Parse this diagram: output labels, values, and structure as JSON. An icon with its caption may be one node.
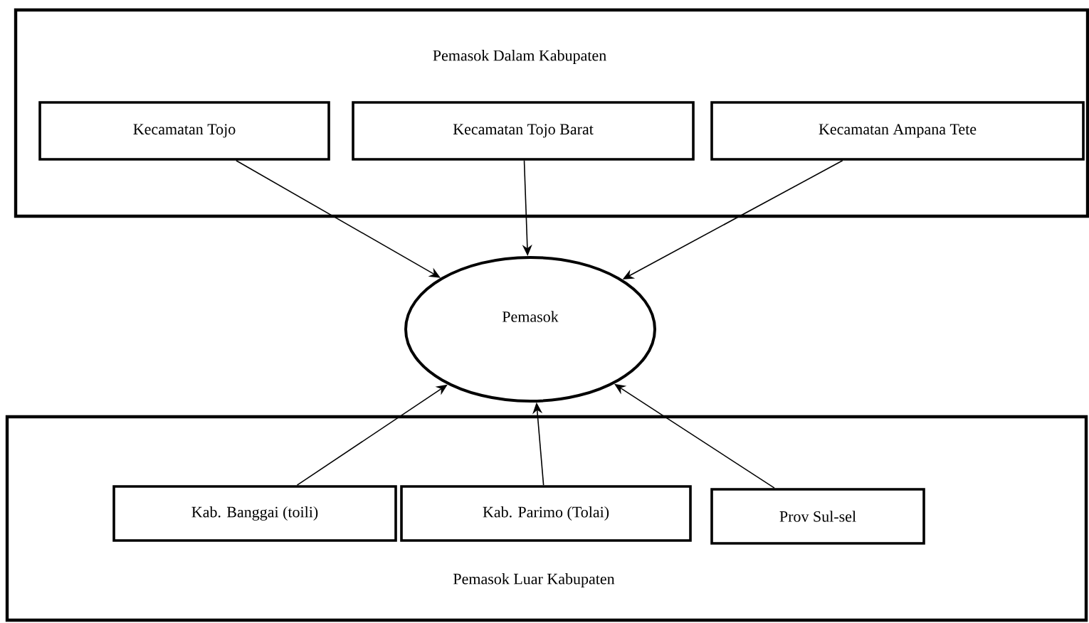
{
  "diagram": {
    "nodes": [
      {
        "text": [
          "Pemasok Dalam Kabupaten"
        ]
      },
      {
        "text": [
          "Kecamatan Tojo"
        ],
        "in": 0
      },
      {
        "text": [
          "Kecamatan Tojo Barat"
        ],
        "in": 0
      },
      {
        "text": [
          "Kecamatan Ampana Tete"
        ],
        "in": 0
      },
      {
        "text": [
          "Pemasok"
        ]
      },
      {
        "text": [
          "Pemasok Luar Kabupaten"
        ]
      },
      {
        "text": [
          "Kab.  Banggai (toili)"
        ],
        "in": 5
      },
      {
        "text": [
          "Kab. Parimo (Tolai)"
        ],
        "in": 5
      },
      {
        "text": [
          "Prov Sul-sel"
        ],
        "in": 5
      }
    ],
    "edges": [
      {
        "from": 1,
        "to": 4,
        "arrow": "to"
      },
      {
        "from": 2,
        "to": 4,
        "arrow": "to"
      },
      {
        "from": 3,
        "to": 4,
        "arrow": "to"
      },
      {
        "from": 6,
        "to": 4,
        "arrow": "to"
      },
      {
        "from": 7,
        "to": 4,
        "arrow": "to"
      },
      {
        "from": 8,
        "to": 4,
        "arrow": "to"
      }
    ]
  }
}
